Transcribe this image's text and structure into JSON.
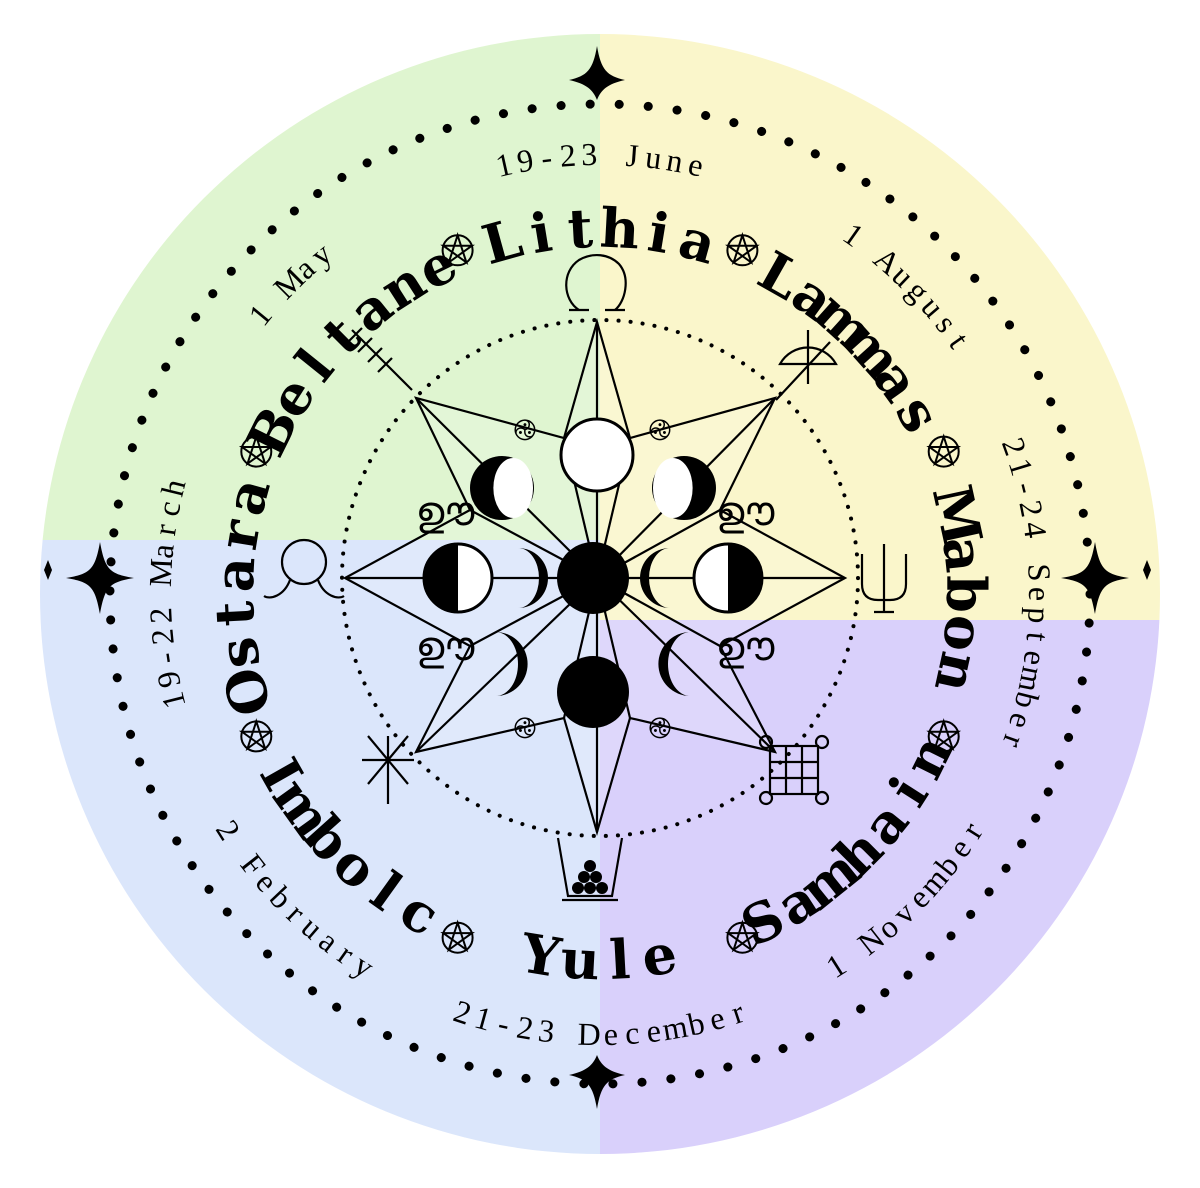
{
  "quadrants": [
    {
      "id": "summer",
      "color": "#dff5d0"
    },
    {
      "id": "autumn",
      "color": "#faf6cb"
    },
    {
      "id": "winter",
      "color": "#dbe6fb"
    },
    {
      "id": "dark",
      "color": "#d9d0fb"
    }
  ],
  "sabbats": [
    {
      "id": "lithia",
      "name": "Lithia",
      "date": "19-23 June",
      "angle": 0,
      "symbol": "ominus-horns"
    },
    {
      "id": "lammas",
      "name": "Lammas",
      "date": "1 August",
      "angle": 45,
      "symbol": "bow-and-arrow"
    },
    {
      "id": "mabon",
      "name": "Mabon",
      "date": "21-24 September",
      "angle": 90,
      "symbol": "trident"
    },
    {
      "id": "samhain",
      "name": "Samhain",
      "date": "1 November",
      "angle": 135,
      "symbol": "knot"
    },
    {
      "id": "yule",
      "name": "Yule",
      "date": "21-23 December",
      "angle": 180,
      "symbol": "yule-log-basket"
    },
    {
      "id": "imbolc",
      "name": "Imbolc",
      "date": "2 February",
      "angle": 225,
      "symbol": "rune"
    },
    {
      "id": "ostara",
      "name": "Ostara",
      "date": "19-22 March",
      "angle": 270,
      "symbol": "omega-horns"
    },
    {
      "id": "beltane",
      "name": "Beltane",
      "date": "1 May",
      "angle": 315,
      "symbol": "arrow"
    }
  ],
  "dividers": [
    {
      "angle": 22.5
    },
    {
      "angle": 67.5
    },
    {
      "angle": 112.5
    },
    {
      "angle": 157.5
    },
    {
      "angle": 202.5
    },
    {
      "angle": 247.5
    },
    {
      "angle": 292.5
    },
    {
      "angle": 337.5
    }
  ],
  "moons": [
    {
      "phase": "full",
      "pos": "top"
    },
    {
      "phase": "waxing-gibbous",
      "pos": "top-left"
    },
    {
      "phase": "waning-gibbous",
      "pos": "top-right"
    },
    {
      "phase": "first-quarter",
      "pos": "left"
    },
    {
      "phase": "waxing-crescent",
      "pos": "left-inner"
    },
    {
      "phase": "new",
      "pos": "center"
    },
    {
      "phase": "waning-crescent",
      "pos": "right-inner"
    },
    {
      "phase": "last-quarter",
      "pos": "right"
    },
    {
      "phase": "waxing-crescent",
      "pos": "bottom-left"
    },
    {
      "phase": "waning-crescent",
      "pos": "bottom-right"
    },
    {
      "phase": "new",
      "pos": "bottom"
    }
  ]
}
